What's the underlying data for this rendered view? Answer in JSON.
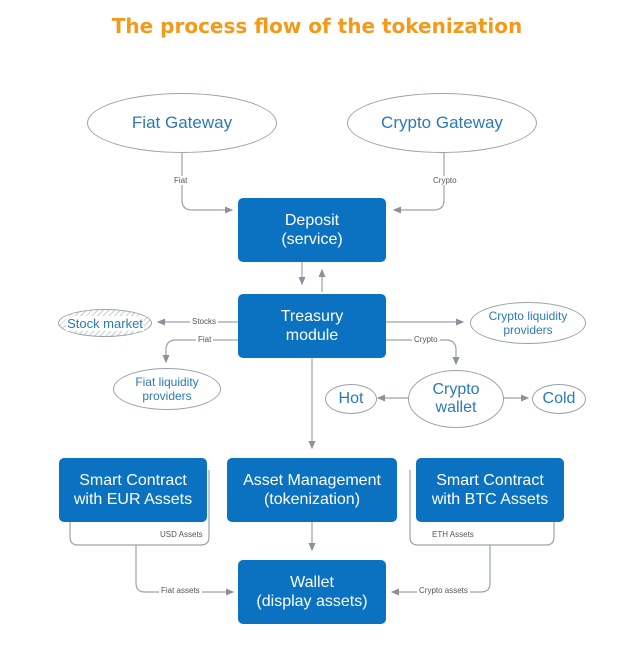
{
  "title": "The process flow of the tokenization",
  "nodes": {
    "fiat_gateway": "Fiat Gateway",
    "crypto_gateway": "Crypto Gateway",
    "deposit_1": "Deposit",
    "deposit_2": "(service)",
    "treasury_1": "Treasury",
    "treasury_2": "module",
    "stock_market": "Stock market",
    "crypto_liquidity_1": "Crypto liquidity",
    "crypto_liquidity_2": "providers",
    "fiat_liquidity_1": "Fiat liquidity",
    "fiat_liquidity_2": "providers",
    "hot": "Hot",
    "crypto_wallet_1": "Crypto",
    "crypto_wallet_2": "wallet",
    "cold": "Cold",
    "sc_eur_1": "Smart Contract",
    "sc_eur_2": "with EUR Assets",
    "asset_mgmt_1": "Asset Management",
    "asset_mgmt_2": "(tokenization)",
    "sc_btc_1": "Smart Contract",
    "sc_btc_2": "with BTC Assets",
    "wallet_1": "Wallet",
    "wallet_2": "(display assets)"
  },
  "edge_labels": {
    "fiat": "Fiat",
    "crypto": "Crypto",
    "stocks": "Stocks",
    "fiat_left": "Fiat",
    "crypto_right": "Crypto",
    "usd_assets": "USD Assets",
    "eth_assets": "ETH Assets",
    "fiat_assets": "Fiat assets",
    "crypto_assets": "Crypto assets"
  },
  "colors": {
    "box": "#0a72c0",
    "title": "#f39a1c",
    "ellipse_text": "#2a7ab8",
    "line": "#9aa3ab"
  }
}
